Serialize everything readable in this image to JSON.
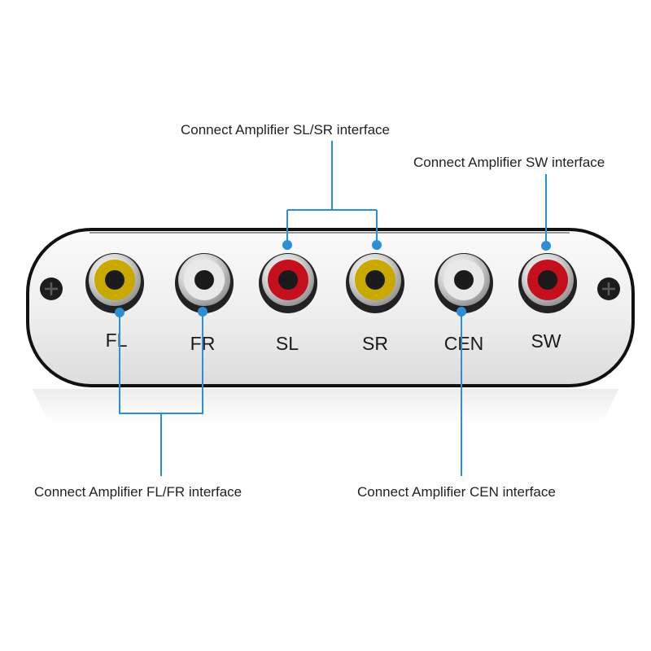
{
  "callouts": {
    "sl_sr": "Connect Amplifier SL/SR interface",
    "sw": "Connect Amplifier SW interface",
    "fl_fr": "Connect Amplifier FL/FR interface",
    "cen": "Connect Amplifier CEN interface"
  },
  "ports": [
    {
      "label": "FL",
      "color": "#c9a800"
    },
    {
      "label": "FR",
      "color": "#e9e9e9"
    },
    {
      "label": "SL",
      "color": "#c4101d"
    },
    {
      "label": "SR",
      "color": "#c9a800"
    },
    {
      "label": "CEN",
      "color": "#e9e9e9"
    },
    {
      "label": "SW",
      "color": "#c4101d"
    }
  ],
  "colors": {
    "leader": "#2b8fd6",
    "panel_outline": "#111111",
    "panel_fill": "#ececec"
  },
  "icons": {
    "screw": "screw-icon"
  }
}
